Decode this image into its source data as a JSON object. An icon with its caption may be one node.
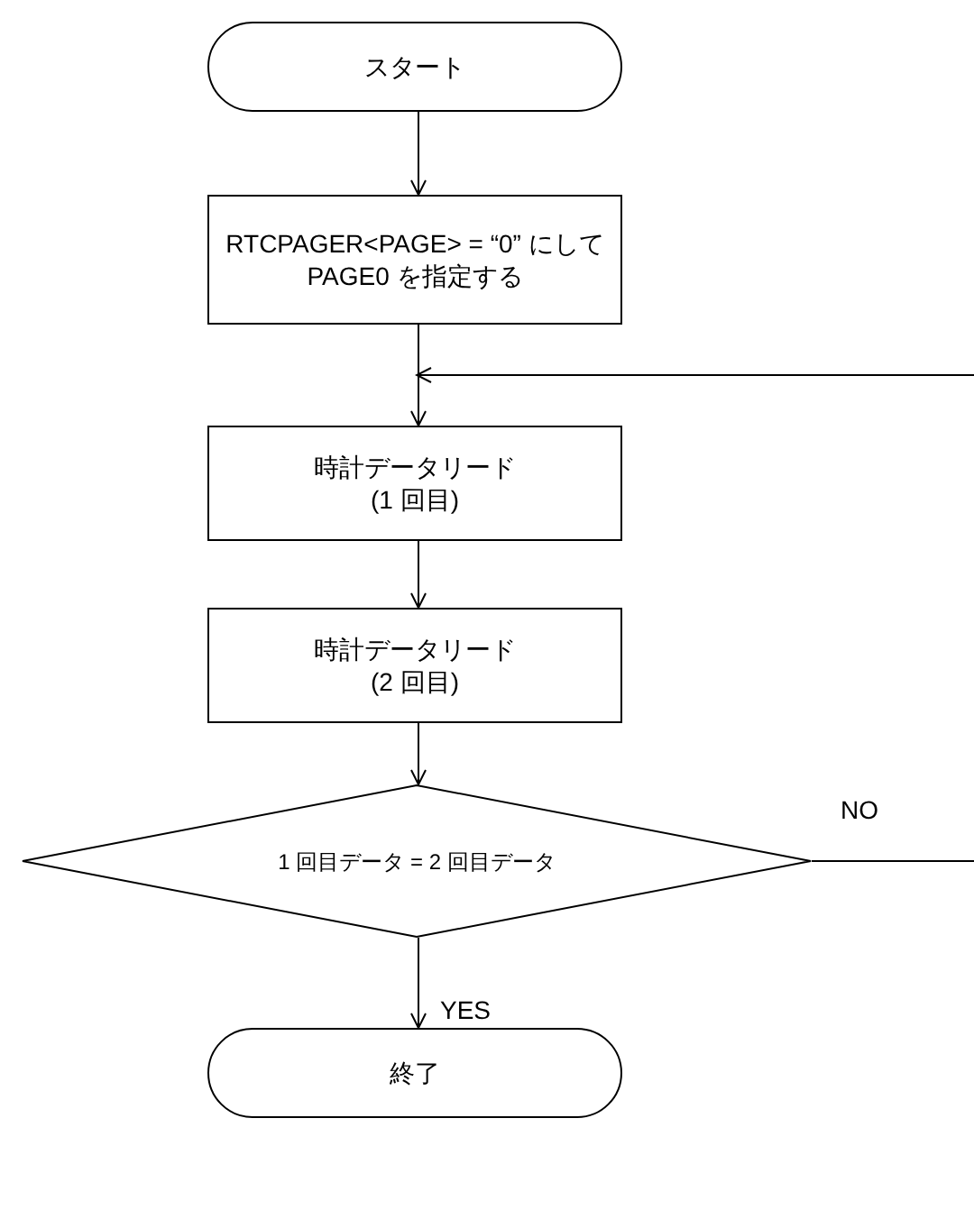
{
  "diagram": {
    "nodes": [
      {
        "text": [
          "スタート"
        ]
      },
      {
        "text": [
          "RTCPAGER<PAGE> = “0” にして PAGE0 を指定する"
        ]
      },
      {
        "text": [
          "時計データリード (1 回目)"
        ]
      },
      {
        "text": [
          "時計データリード (2 回目)"
        ]
      },
      {
        "text": [
          "1 回目データ = 2 回目データ"
        ]
      },
      {
        "text": [
          "終了"
        ]
      }
    ],
    "edges": [
      {
        "from": 0,
        "to": 1,
        "arrow": "to"
      },
      {
        "from": 1,
        "to": 2,
        "arrow": "to"
      },
      {
        "from": 2,
        "to": 3,
        "arrow": "to"
      },
      {
        "from": 3,
        "to": 4,
        "arrow": "to"
      },
      {
        "from": 4,
        "to": 5,
        "arrow": "to",
        "label": "YES"
      },
      {
        "from": 4,
        "to": null,
        "arrow": "none",
        "label": "NO"
      },
      {
        "from": null,
        "to": 2,
        "arrow": "to"
      }
    ]
  }
}
